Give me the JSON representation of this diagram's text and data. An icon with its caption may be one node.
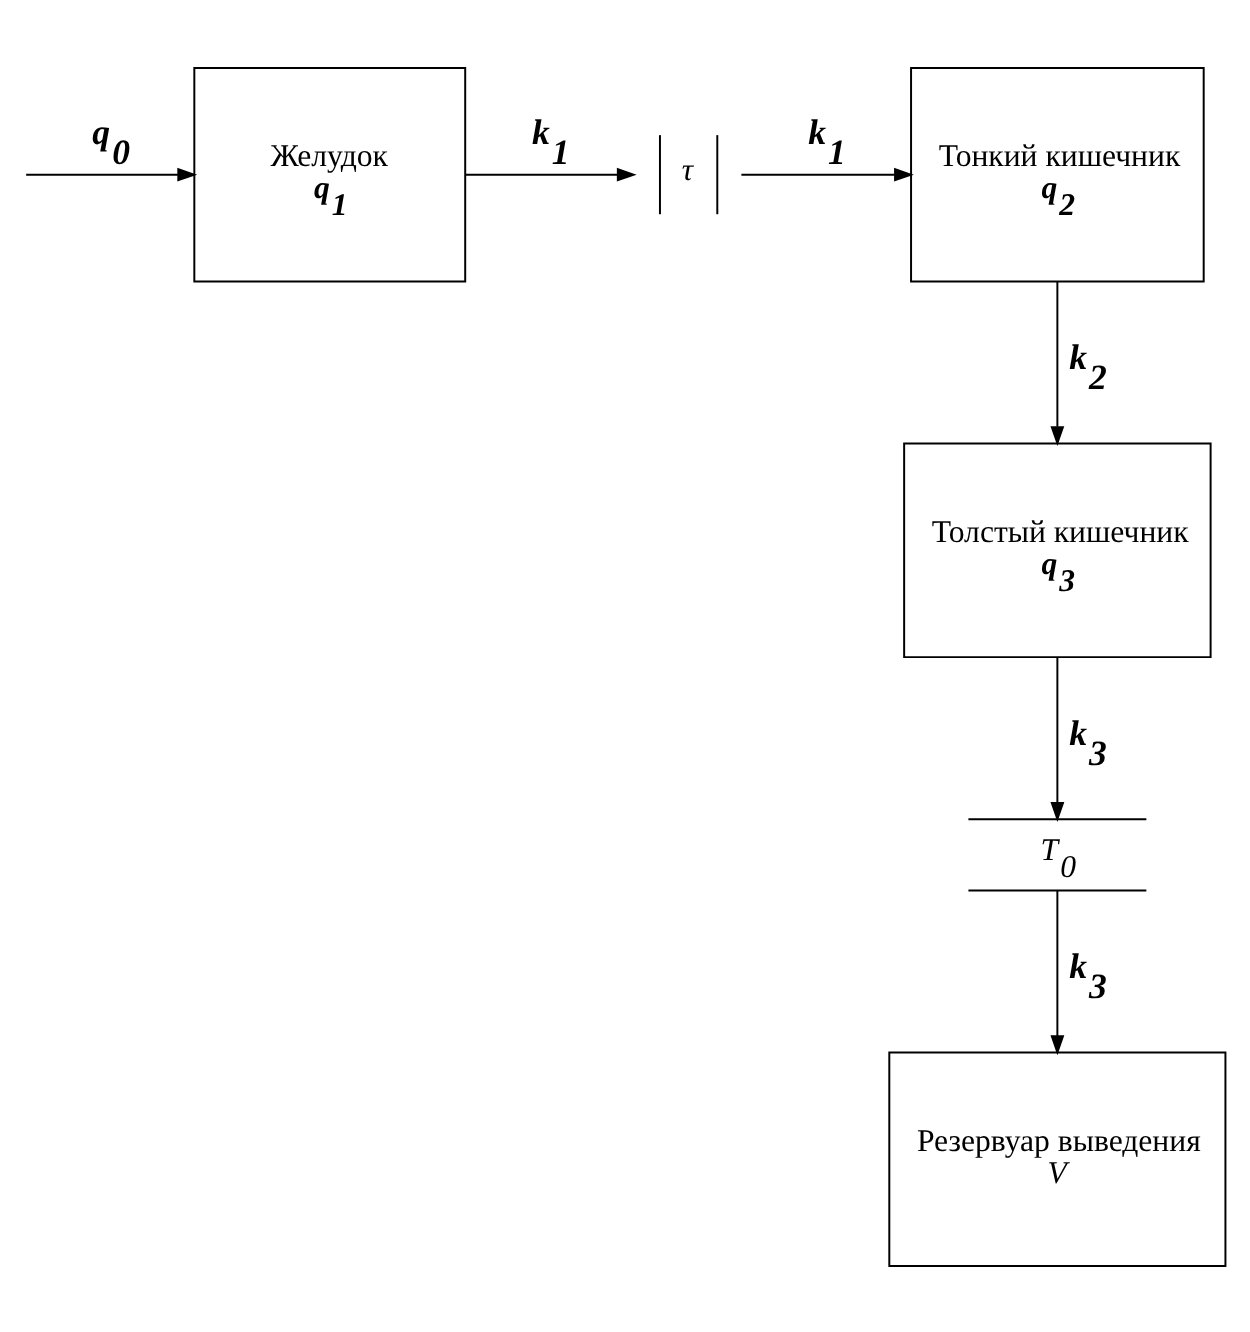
{
  "diagram": {
    "nodes": [
      {
        "text": [
          "Желудок",
          "q$_{1}$"
        ]
      },
      {
        "text": [
          "τ"
        ]
      },
      {
        "text": [
          "Тонкий кишечник",
          "q$_{2}$"
        ]
      },
      {
        "text": [
          "Толстый кишечник",
          "q$_{3}$"
        ]
      },
      {
        "text": [
          "T$_{0}$"
        ]
      },
      {
        "text": [
          "Резервуар выведения",
          "V"
        ]
      }
    ],
    "edges": [
      {
        "from": null,
        "to": 0,
        "arrow": "to",
        "label": "q$_{0}$"
      },
      {
        "from": 0,
        "to": 1,
        "arrow": "to",
        "label": "k$_{1}$"
      },
      {
        "from": 1,
        "to": 2,
        "arrow": "to",
        "label": "k$_{1}$"
      },
      {
        "from": 2,
        "to": 3,
        "arrow": "to",
        "label": "k$_{2}$"
      },
      {
        "from": 3,
        "to": 4,
        "arrow": "to",
        "label": "k$_{3}$"
      },
      {
        "from": 4,
        "to": 5,
        "arrow": "to",
        "label": "k$_{3}$"
      }
    ]
  }
}
